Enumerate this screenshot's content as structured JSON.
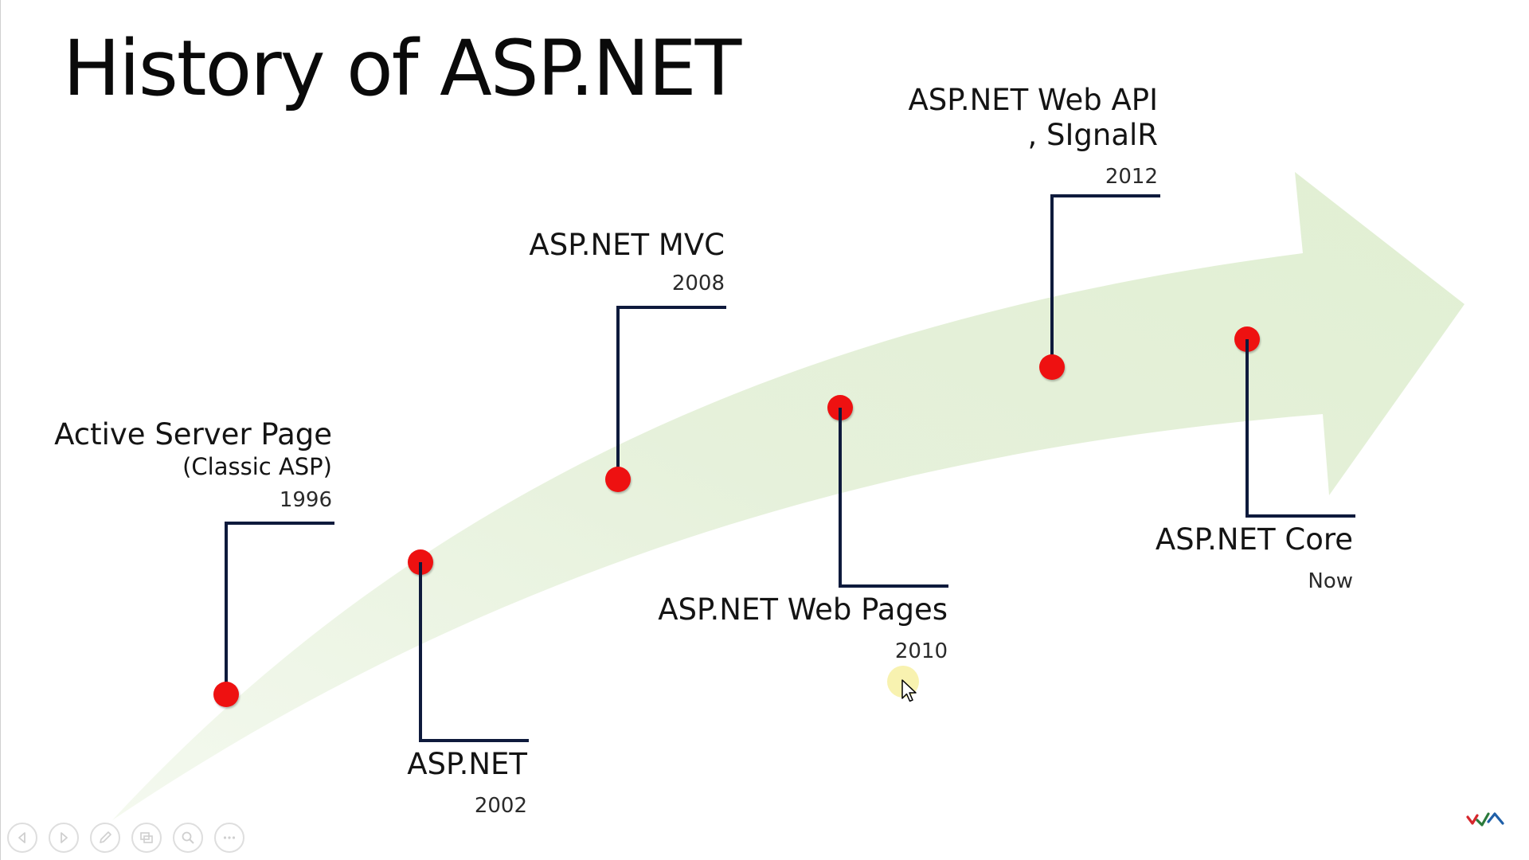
{
  "slide": {
    "title": "History of ASP.NET"
  },
  "timeline": {
    "classic_asp": {
      "name": "Active Server Page",
      "sub": "(Classic ASP)",
      "year": "1996"
    },
    "aspnet": {
      "name": "ASP.NET",
      "year": "2002"
    },
    "mvc": {
      "name": "ASP.NET MVC",
      "year": "2008"
    },
    "web_pages": {
      "name": "ASP.NET Web Pages",
      "year": "2010"
    },
    "web_api": {
      "name": "ASP.NET Web API",
      "sub": ", SIgnalR",
      "year": "2012"
    },
    "core": {
      "name": "ASP.NET Core",
      "year": "Now"
    }
  },
  "controls": {
    "icons": [
      "previous-slide-icon",
      "next-slide-icon",
      "pen-icon",
      "slides-grid-icon",
      "zoom-icon",
      "more-options-icon"
    ]
  },
  "colors": {
    "marker": "#ee1111",
    "connector": "#0e1a3c",
    "arrow": "#e3f0d6"
  }
}
